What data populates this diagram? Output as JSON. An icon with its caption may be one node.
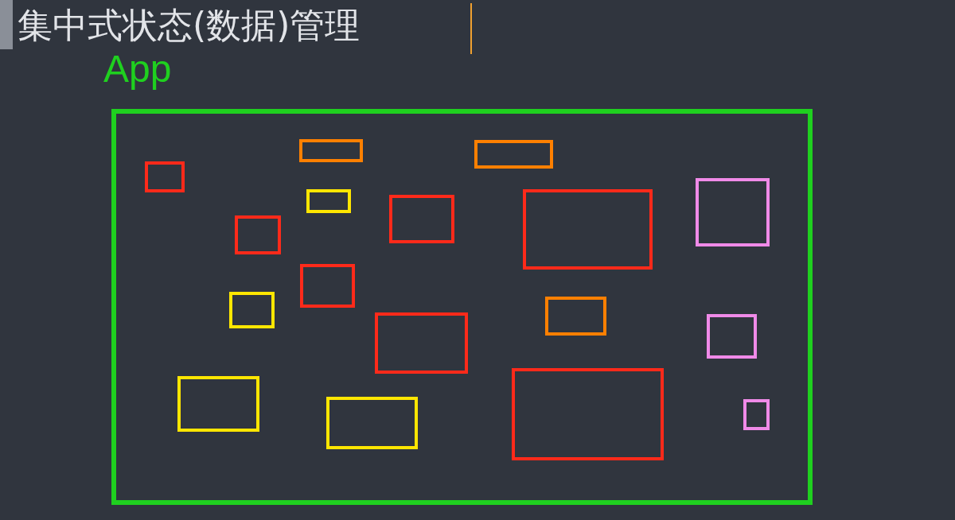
{
  "diagram": {
    "title": "集中式状态(数据)管理",
    "nodes": [
      {
        "text": [
          "App"
        ]
      },
      {
        "text": [],
        "shape": "box",
        "in": 0
      },
      {
        "text": [],
        "shape": "box",
        "in": 0
      },
      {
        "text": [],
        "shape": "box",
        "in": 0
      },
      {
        "text": [],
        "shape": "box",
        "in": 0
      },
      {
        "text": [],
        "shape": "box",
        "in": 0
      },
      {
        "text": [],
        "shape": "box",
        "in": 0
      },
      {
        "text": [],
        "shape": "box",
        "in": 0
      },
      {
        "text": [],
        "shape": "box",
        "in": 0
      },
      {
        "text": [],
        "shape": "box",
        "in": 0
      },
      {
        "text": [],
        "shape": "box",
        "in": 0
      },
      {
        "text": [],
        "shape": "box",
        "in": 0
      },
      {
        "text": [],
        "shape": "box",
        "in": 0
      },
      {
        "text": [],
        "shape": "box",
        "in": 0
      },
      {
        "text": [],
        "shape": "box",
        "in": 0
      },
      {
        "text": [],
        "shape": "box",
        "in": 0
      },
      {
        "text": [],
        "shape": "box",
        "in": 0
      },
      {
        "text": [],
        "shape": "box",
        "in": 0
      }
    ]
  }
}
